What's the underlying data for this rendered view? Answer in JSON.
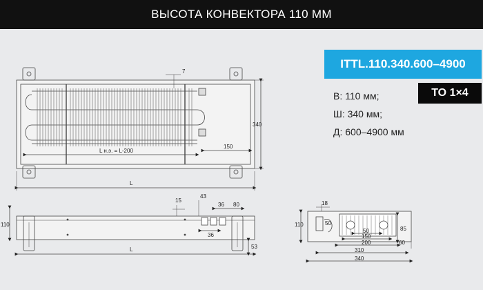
{
  "header": {
    "title": "ВЫСОТА КОНВЕКТОРА 110 ММ"
  },
  "model": {
    "code": "ITTL.110.340.600–4900"
  },
  "type_badge": "ТО 1×4",
  "specs": [
    {
      "label": "В: 110 мм;"
    },
    {
      "label": "Ш: 340 мм;"
    },
    {
      "label": "Д: 600–4900 мм"
    }
  ],
  "top_view": {
    "dim_fin": "7",
    "dim_width": "340",
    "dim_offset": "150",
    "dim_length": "L",
    "heat_length_label": "L н.э. = L-200"
  },
  "side_view": {
    "dim_15": "15",
    "dim_43": "43",
    "dim_36a": "36",
    "dim_80": "80",
    "dim_36b": "36",
    "dim_height": "110",
    "dim_53": "53",
    "dim_length": "L"
  },
  "section_view": {
    "dim_18": "18",
    "dim_height": "110",
    "dim_50_left": "50",
    "dim_85": "85",
    "dim_50": "50",
    "dim_150": "150",
    "dim_200": "200",
    "dim_60": "60",
    "dim_310": "310",
    "dim_340": "340"
  }
}
